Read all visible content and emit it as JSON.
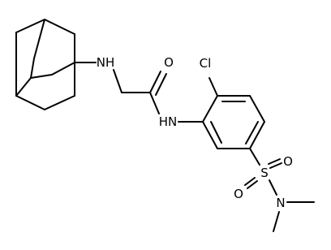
{
  "structure": {
    "atoms": {
      "nh_amine": "NH",
      "oxygen_carbonyl": "O",
      "chlorine": "Cl",
      "nh_amide": "HN",
      "sulfur": "S",
      "oxygen_sulfonyl_top": "O",
      "oxygen_sulfonyl_left": "O",
      "nitrogen_dimethyl": "N"
    }
  }
}
